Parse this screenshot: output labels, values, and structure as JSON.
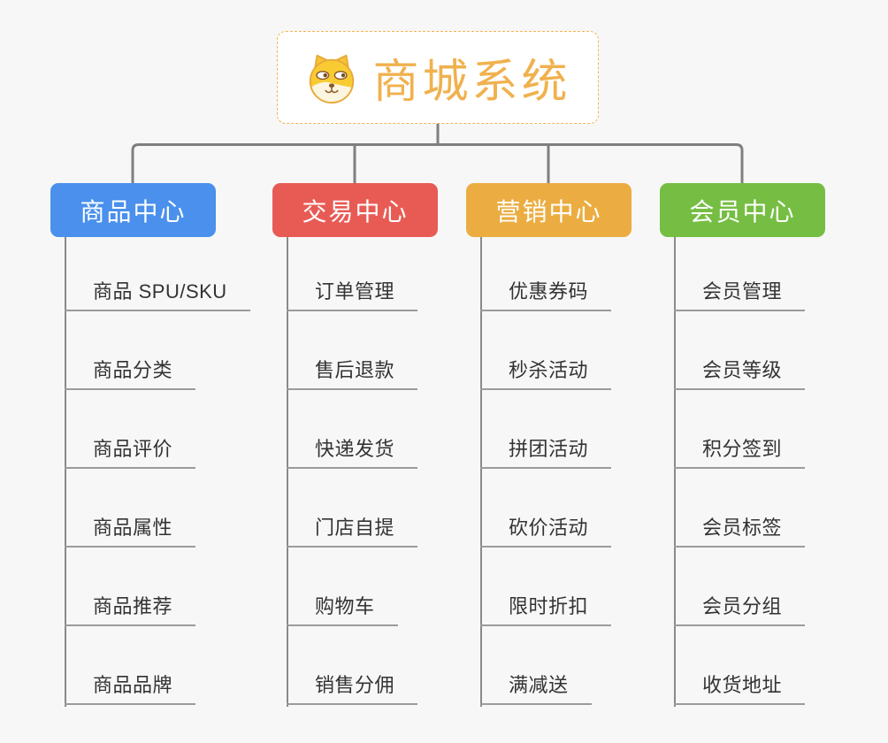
{
  "canvas": {
    "background_color": "#F7F7F7",
    "connector_color": "#7F7F7F",
    "underline_color": "#9B9B9B"
  },
  "root": {
    "title": "商城系统",
    "icon": "shiba-dog-icon",
    "title_color": "#F0B14E",
    "border_color": "#F3B355"
  },
  "branches": [
    {
      "label": "商品中心",
      "color": "#4A90EC",
      "children": [
        "商品 SPU/SKU",
        "商品分类",
        "商品评价",
        "商品属性",
        "商品推荐",
        "商品品牌"
      ]
    },
    {
      "label": "交易中心",
      "color": "#E85B55",
      "children": [
        "订单管理",
        "售后退款",
        "快递发货",
        "门店自提",
        "购物车",
        "销售分佣"
      ]
    },
    {
      "label": "营销中心",
      "color": "#EBAD41",
      "children": [
        "优惠券码",
        "秒杀活动",
        "拼团活动",
        "砍价活动",
        "限时折扣",
        "满减送"
      ]
    },
    {
      "label": "会员中心",
      "color": "#76BE43",
      "children": [
        "会员管理",
        "会员等级",
        "积分签到",
        "会员标签",
        "会员分组",
        "收货地址"
      ]
    }
  ]
}
